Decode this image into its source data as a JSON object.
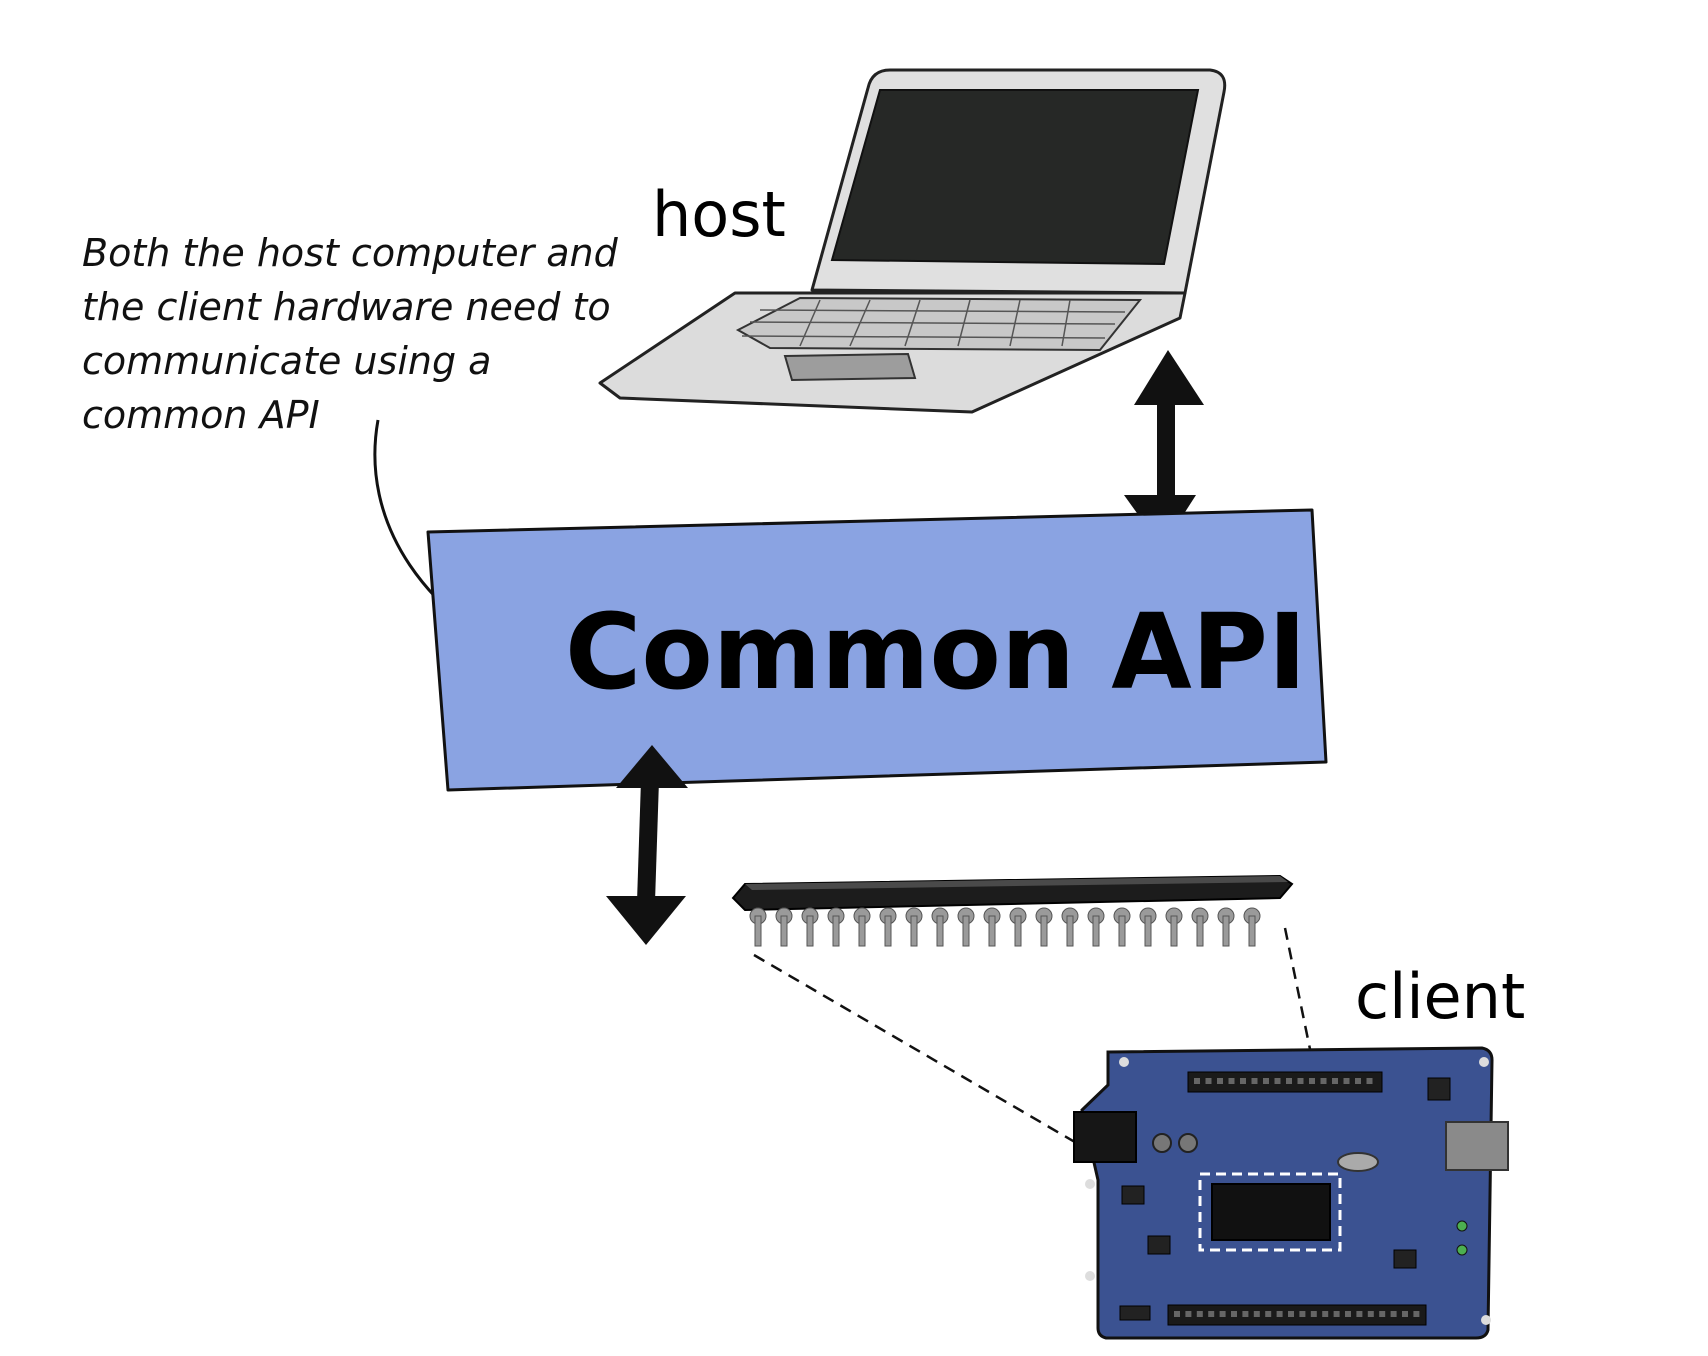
{
  "annotation": {
    "lines": [
      "Both the host computer and",
      "the client hardware need to",
      "communicate using a",
      "common API"
    ]
  },
  "labels": {
    "host": "host",
    "client": "client",
    "api": "Common API"
  },
  "colors": {
    "api_box_fill": "#8aa3e2",
    "board_fill": "#3b5291",
    "laptop_body": "#d9d9d9",
    "laptop_screen": "#262826",
    "chip_fill": "#1c1c1c"
  },
  "icons": {
    "host": "laptop-icon",
    "client": "microcontroller-board-icon",
    "chip": "ic-chip-icon"
  }
}
